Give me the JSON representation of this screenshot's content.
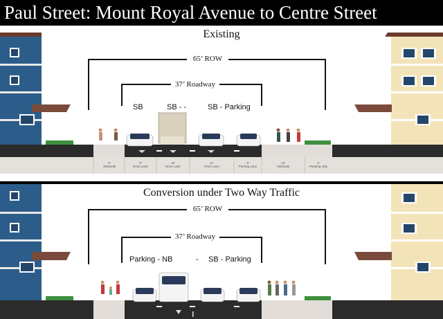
{
  "title": "Paul Street: Mount Royal Avenue to Centre Street",
  "existing": {
    "heading": "Existing",
    "row_label": "65’ ROW",
    "roadway_label": "37’ Roadway",
    "lanes": [
      "SB",
      "SB  -  -",
      "SB  -  Parking"
    ],
    "dims": [
      "9'",
      "9'",
      "10'",
      "11'",
      "9'",
      "13'",
      "9'"
    ],
    "dim_labels": [
      "Sidewalk",
      "Drive Lane",
      "Drive Lane",
      "Drive Lane",
      "Parking Lane",
      "Sidewalk",
      "Planting strip"
    ]
  },
  "proposed": {
    "heading": "Conversion under Two Way Traffic",
    "row_label": "65’ ROW",
    "roadway_label": "37’ Roadway",
    "lanes": [
      "Parking  -  NB",
      "-",
      "SB  -  Parking"
    ]
  },
  "colors": {
    "house_left": "#2c5d8a",
    "house_right": "#f3e3b8",
    "roof": "#7a4a3a",
    "road": "#2b2b2b",
    "sidewalk": "#e2ddd8",
    "curb": "#d9d5cf",
    "planting": "#3e8f3e"
  }
}
